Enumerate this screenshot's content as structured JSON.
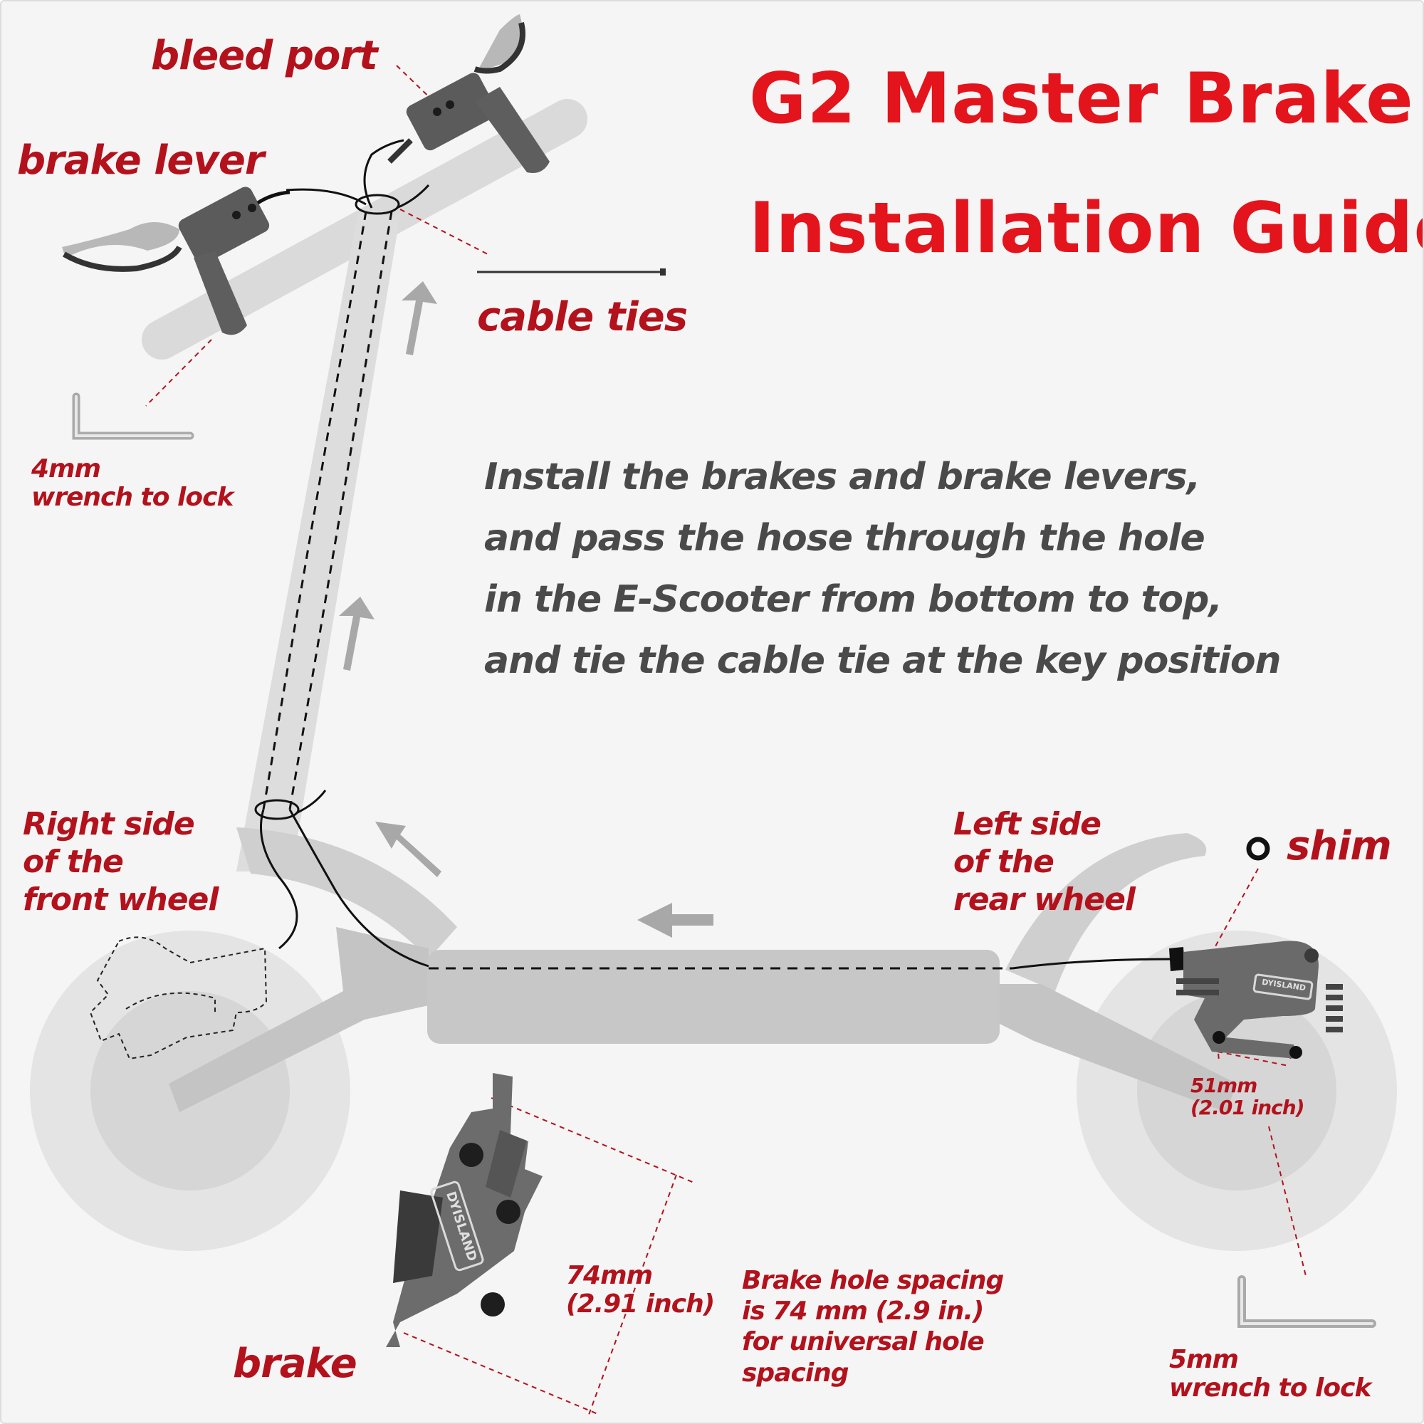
{
  "title": {
    "line1": "G2 Master Brake",
    "line2": "Installation Guide"
  },
  "labels": {
    "bleed_port": "bleed port",
    "brake_lever": "brake lever",
    "cable_ties": "cable ties",
    "wrench_4mm": [
      "4mm",
      "wrench to lock"
    ],
    "right_side": [
      "Right side",
      "of the",
      "front wheel"
    ],
    "left_side": [
      "Left side",
      "of the",
      "rear wheel"
    ],
    "shim": "shim",
    "spacing_51": [
      "51mm",
      "(2.01 inch)"
    ],
    "spacing_74": [
      "74mm",
      "(2.91 inch)"
    ],
    "brake": "brake",
    "hole_spacing_note": [
      "Brake hole spacing",
      "is 74 mm (2.9 in.)",
      "for universal hole",
      "spacing"
    ],
    "wrench_5mm": [
      "5mm",
      "wrench to lock"
    ],
    "caliper_brand": "DYISLAND"
  },
  "instruction": [
    "Install the brakes and brake levers,",
    "and pass the hose through the hole",
    "in the E-Scooter from bottom to top,",
    "and tie the cable tie at the key position"
  ],
  "colors": {
    "title_red": "#e4141c",
    "label_red": "#b3121c",
    "body_text": "#4a4a4a",
    "scooter_grey": "#cfcfcf",
    "part_dark": "#585858"
  }
}
